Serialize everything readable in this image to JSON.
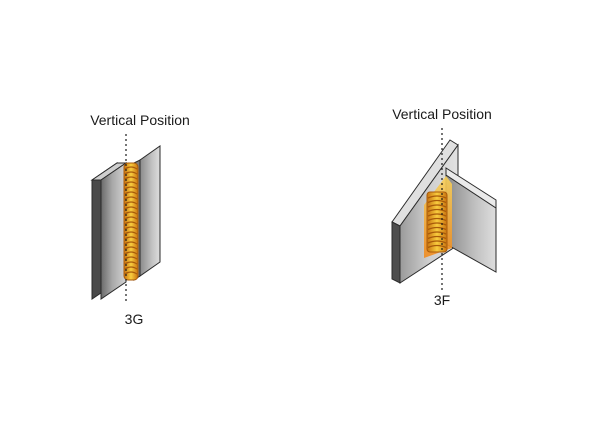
{
  "figures": [
    {
      "title": "Vertical Position",
      "code": "3G"
    },
    {
      "title": "Vertical Position",
      "code": "3F"
    }
  ],
  "colors": {
    "plate_dark": "#5f5f5f",
    "plate_mid": "#9a9a9a",
    "plate_light": "#d6d6d6",
    "weld_outer": "#d98a1a",
    "weld_inner": "#f7c43a",
    "weld_ridge": "#b8650f",
    "text": "#1a1a1a"
  }
}
